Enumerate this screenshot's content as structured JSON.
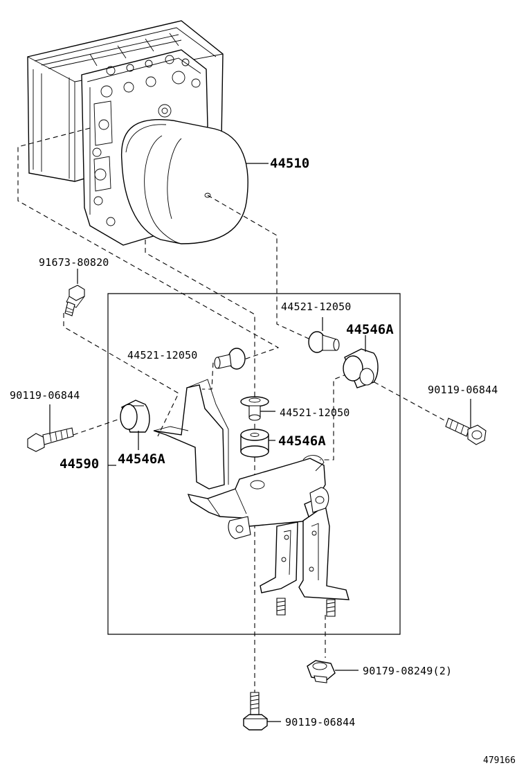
{
  "labels": {
    "actuator": "44510",
    "bolt_top_left": "91673-80820",
    "grommet_right_upper": "44521-12050",
    "cushion_right": "44546A",
    "grommet_left": "44521-12050",
    "bolt_left": "90119-06844",
    "bolt_right": "90119-06844",
    "grommet_center": "44521-12050",
    "cushion_center": "44546A",
    "bracket": "44590",
    "cushion_left": "44546A",
    "nut": "90179-08249(2)",
    "bolt_bottom": "90119-06844"
  },
  "figure_number": "479166"
}
